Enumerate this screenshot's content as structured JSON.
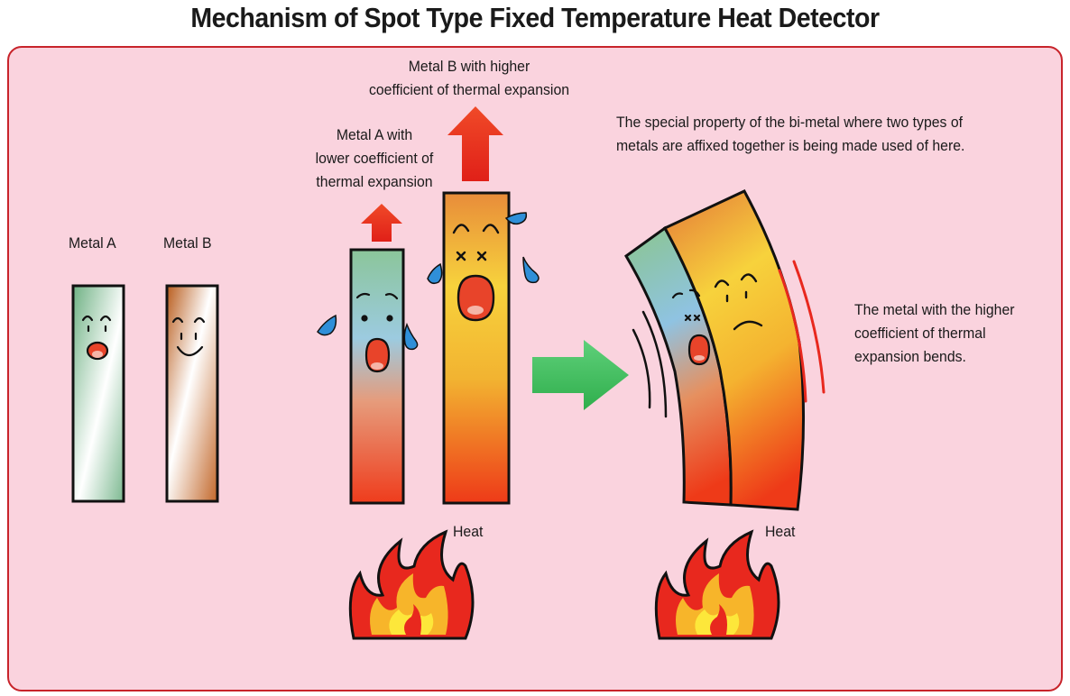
{
  "title": "Mechanism of Spot Type Fixed Temperature Heat Detector",
  "labels": {
    "metal_a": "Metal A",
    "metal_b": "Metal B",
    "metal_a_desc": [
      "Metal A with",
      "lower coefficient of",
      "thermal expansion"
    ],
    "metal_b_desc": [
      "Metal B with higher",
      "coefficient of thermal expansion"
    ],
    "bimetal_note": [
      "The special property of the bi-metal where two types of",
      "metals are affixed together is being made used of here."
    ],
    "bend_note": [
      "The metal with the higher",
      "coefficient of thermal",
      "expansion bends."
    ],
    "heat_left": "Heat",
    "heat_right": "Heat"
  },
  "colors": {
    "panel_background": "#fad3de",
    "panel_border": "#c8242b",
    "metal_a": "#7dba8e",
    "metal_b": "#c0682a",
    "arrow_red": "#e8281e",
    "arrow_green": "#3ec05a",
    "flame": "#e8281e"
  },
  "icons": [
    "up-arrow-icon",
    "right-arrow-icon",
    "flame-icon",
    "sweat-drop-icon",
    "smiley-face-icon",
    "worried-face-icon",
    "motion-lines-icon"
  ]
}
